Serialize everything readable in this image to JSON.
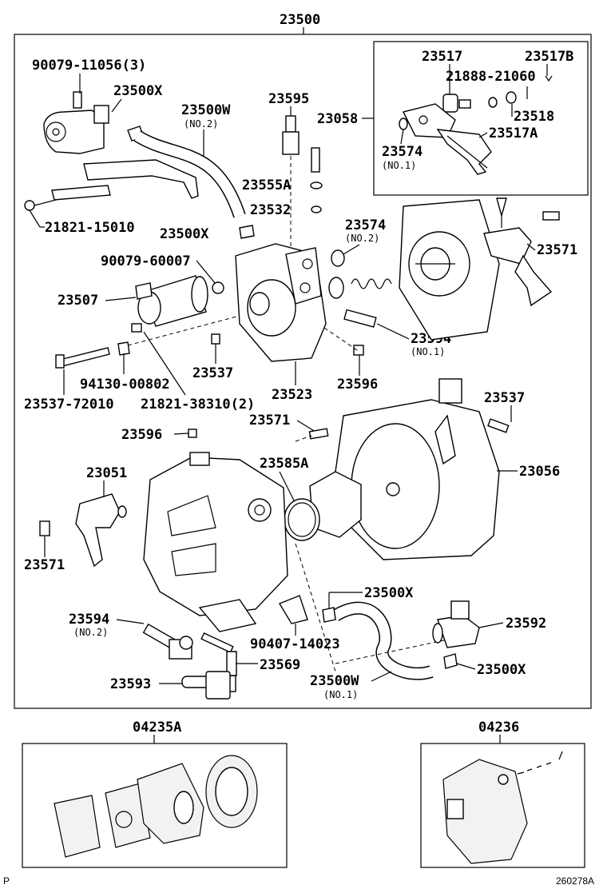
{
  "main_assembly": {
    "number": "23500",
    "sub_box": "23058",
    "parts": {
      "p90079_11056": "90079-11056(3)",
      "p23500X_a": "23500X",
      "p23500W_top": "23500W",
      "p23500W_top_note": "(NO.2)",
      "p23595": "23595",
      "p23555A": "23555A",
      "p23532": "23532",
      "p23500X_b": "23500X",
      "p21821_15010": "21821-15010",
      "p90079_60007": "90079-60007",
      "p23507": "23507",
      "p23574_b": "23574",
      "p23574_b_note": "(NO.2)",
      "p23571_a": "23571",
      "p23594_a": "23594",
      "p23594_a_note": "(NO.1)",
      "p23537_a": "23537",
      "p94130": "94130-00802",
      "p23537_72010": "23537-72010",
      "p21821_38310": "21821-38310(2)",
      "p23523": "23523",
      "p23596_a": "23596",
      "p23537_b": "23537",
      "p23571_b": "23571",
      "p23596_b": "23596",
      "p23585A": "23585A",
      "p23051": "23051",
      "p23056": "23056",
      "p23571_c": "23571",
      "p23500X_c": "23500X",
      "p23594_b": "23594",
      "p23594_b_note": "(NO.2)",
      "p23592": "23592",
      "p90407": "90407-14023",
      "p23569": "23569",
      "p23500X_d": "23500X",
      "p23593": "23593",
      "p23500W_bottom": "23500W",
      "p23500W_bottom_note": "(NO.1)"
    },
    "sub_parts": {
      "p23517": "23517",
      "p23517B": "23517B",
      "p21888": "21888-21060",
      "p23518": "23518",
      "p23517A": "23517A",
      "p23574_a": "23574",
      "p23574_a_note": "(NO.1)"
    }
  },
  "kits": [
    {
      "number": "04235A"
    },
    {
      "number": "04236"
    }
  ],
  "footer": {
    "left_mark": "P",
    "drawing_id": "260278A"
  }
}
